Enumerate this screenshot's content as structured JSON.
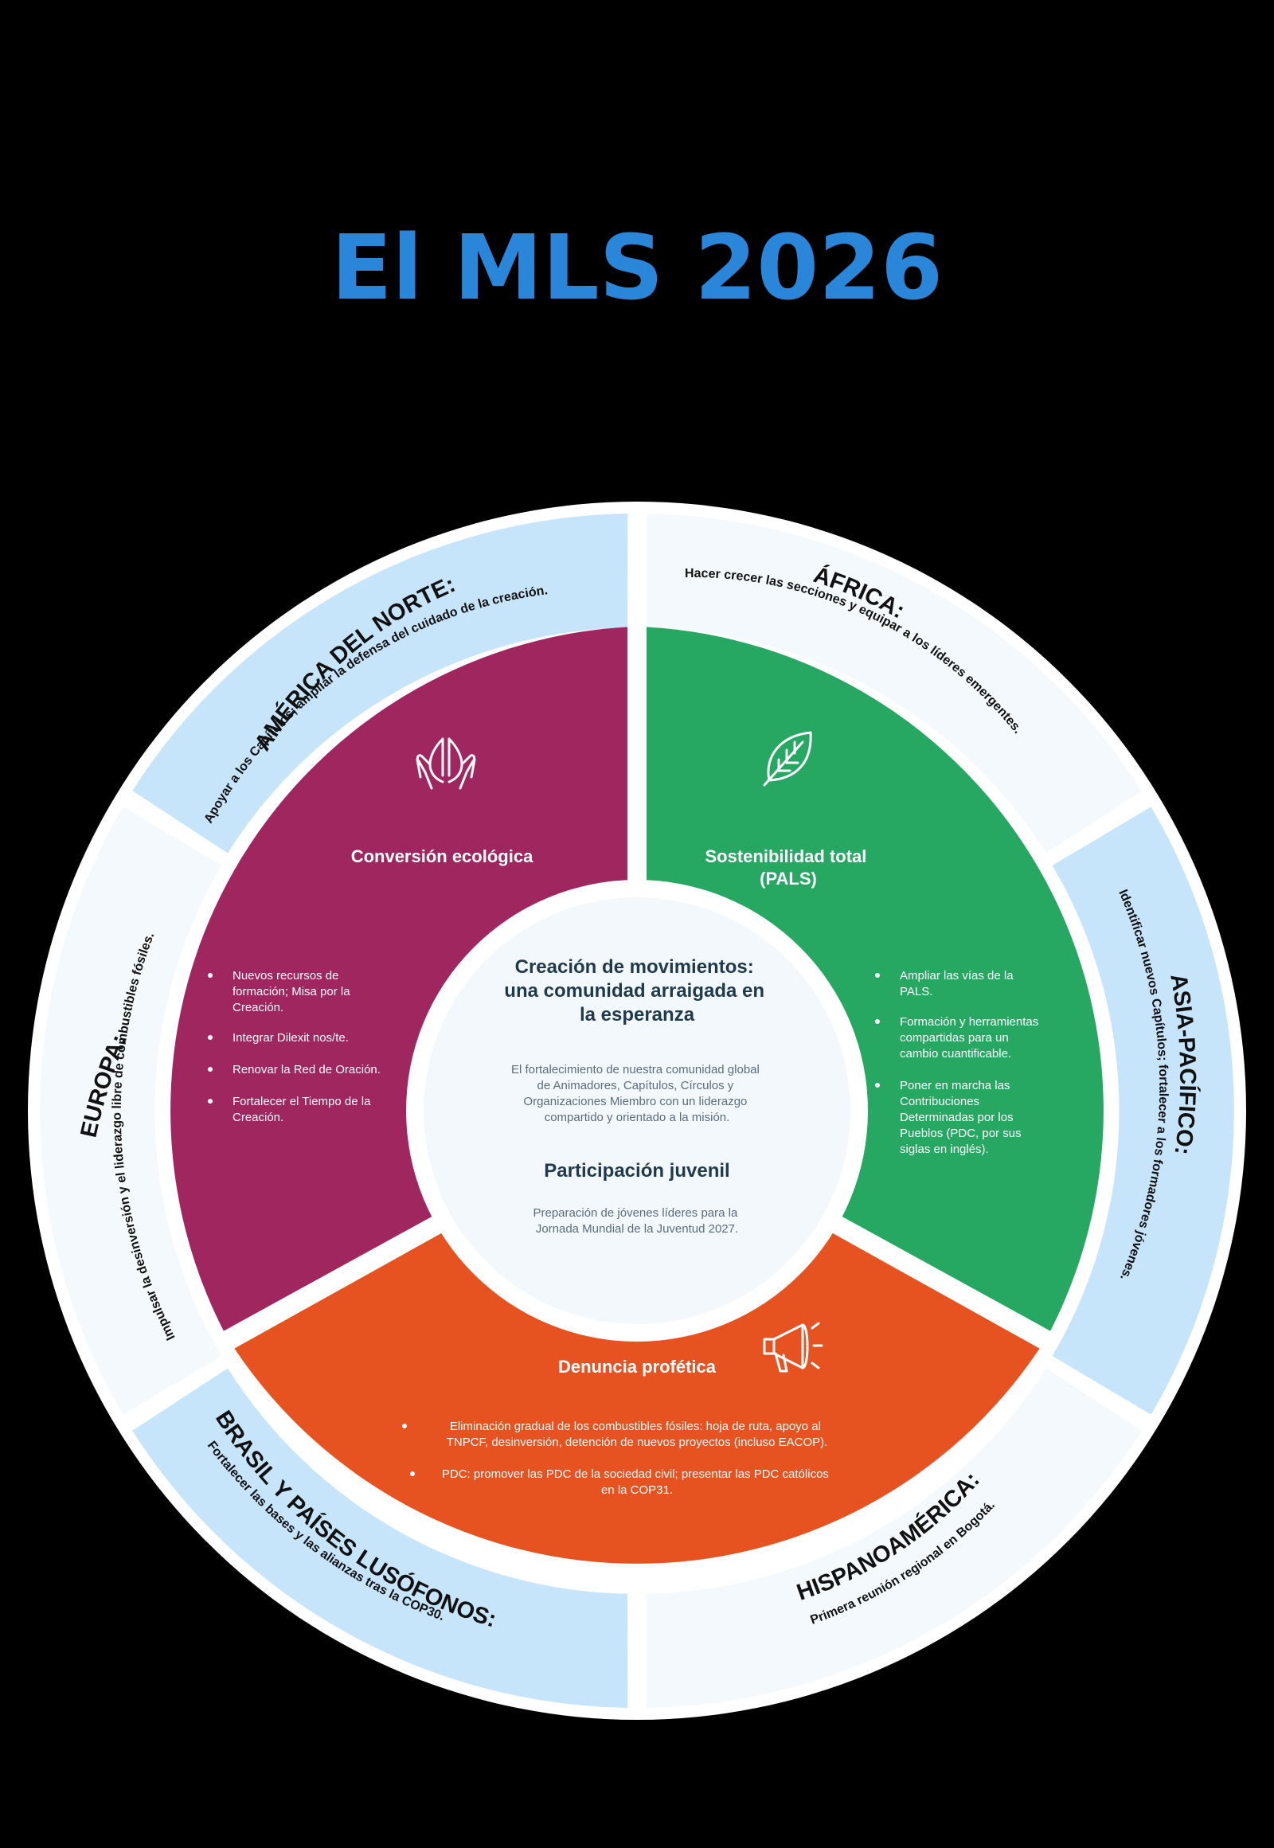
{
  "title": "El MLS 2026",
  "colors": {
    "title": "#2a86d9",
    "magenta": "#a02660",
    "green": "#27a862",
    "orange": "#e65320",
    "light_blue": "#c6e4fa",
    "pale": "#f4f9fd",
    "white": "#ffffff",
    "center_heading": "#1e3a4c",
    "center_body": "#5c6c7c",
    "region_text": "#111111"
  },
  "center": {
    "heading": [
      "Creación de movimientos:",
      "una comunidad arraigada en",
      "la esperanza"
    ],
    "body": [
      "El fortalecimiento de nuestra comunidad global",
      "de Animadores, Capítulos, Círculos y",
      "Organizaciones Miembro con un liderazgo",
      "compartido y orientado a la misión."
    ],
    "youth_heading": "Participación juvenil",
    "youth_body": [
      "Preparación de jóvenes líderes para la",
      "Jornada Mundial de la Juventud 2027."
    ]
  },
  "segments": {
    "ecological": {
      "icon": "praying-hands-icon",
      "title": "Conversión ecológica",
      "bullets": [
        [
          "Nuevos recursos de",
          "formación; Misa por la",
          "Creación."
        ],
        [
          "Integrar Dilexit nos/te."
        ],
        [
          "Renovar la Red de Oración."
        ],
        [
          "Fortalecer el Tiempo de la",
          "Creación."
        ]
      ]
    },
    "sustainability": {
      "icon": "leaf-icon",
      "title": [
        "Sostenibilidad total",
        "(PALS)"
      ],
      "bullets": [
        [
          "Ampliar las vías de la",
          "PALS."
        ],
        [
          "Formación y herramientas",
          "compartidas para un",
          "cambio cuantificable."
        ],
        [
          "Poner en marcha las",
          "Contribuciones",
          "Determinadas por los",
          "Pueblos (PDC, por sus",
          "siglas en inglés)."
        ]
      ]
    },
    "prophetic": {
      "icon": "megaphone-icon",
      "title": "Denuncia profética",
      "bullets": [
        [
          "Eliminación gradual de los combustibles fósiles: hoja de ruta, apoyo al",
          "TNPCF, desinversión, detención de nuevos proyectos (incluso EACOP)."
        ],
        [
          "PDC: promover las PDC de la sociedad civil; presentar las PDC católicos",
          "en la COP31."
        ]
      ]
    }
  },
  "regions": {
    "north_america": {
      "name": "AMÉRICA DEL NORTE:",
      "text": "Apoyar a los Capítulos; ampliar la defensa del cuidado de la creación."
    },
    "africa": {
      "name": "ÁFRICA:",
      "text": "Hacer crecer las secciones y equipar a los líderes emergentes."
    },
    "asia_pacific": {
      "name": "ASIA-PACÍFICO:",
      "text": "Identificar nuevos Capítulos; fortalecer a los formadores jóvenes."
    },
    "hispanoamerica": {
      "name": "HISPANOAMÉRICA:",
      "text": "Primera reunión regional en Bogotá."
    },
    "brasil": {
      "name": "BRASIL Y PAÍSES LUSÓFONOS:",
      "text": "Fortalecer las bases y las alianzas tras la COP30."
    },
    "europe": {
      "name": "EUROPA:",
      "text": "Impulsar la desinversión y el liderazgo libre de combustibles fósiles."
    }
  }
}
